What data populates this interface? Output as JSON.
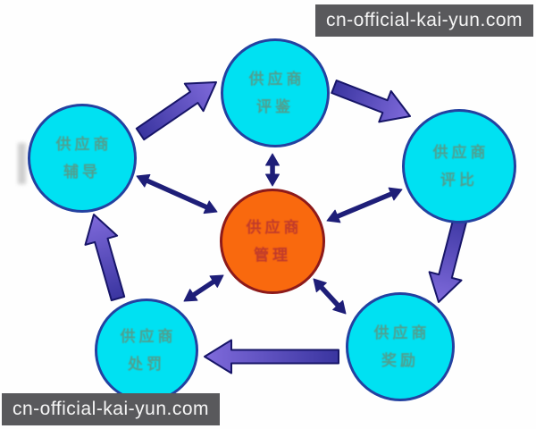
{
  "watermark": {
    "text": "cn-official-kai-yun.com"
  },
  "diagram": {
    "center": {
      "label": "供应商\n管理"
    },
    "nodes": [
      {
        "id": "top",
        "label": "供应商\n评鉴"
      },
      {
        "id": "right",
        "label": "供应商\n评比"
      },
      {
        "id": "bottom-right",
        "label": "供应商\n奖励"
      },
      {
        "id": "bottom-left",
        "label": "供应商\n处罚"
      },
      {
        "id": "left",
        "label": "供应商\n辅导"
      }
    ]
  },
  "colors": {
    "node_fill": "#00e1f2",
    "node_border": "#2341a0",
    "node_text": "#4f9f8f",
    "center_fill": "#f9690e",
    "center_border": "#8d1a1a",
    "center_text": "#c03a2b",
    "arrow_gradient_start": "#3a35a0",
    "arrow_gradient_end": "#7f6adb",
    "arrow_outline": "#171568",
    "link_arrow": "#1e1e78",
    "watermark_bg": "#59595c",
    "watermark_text": "#f5f5f5"
  }
}
